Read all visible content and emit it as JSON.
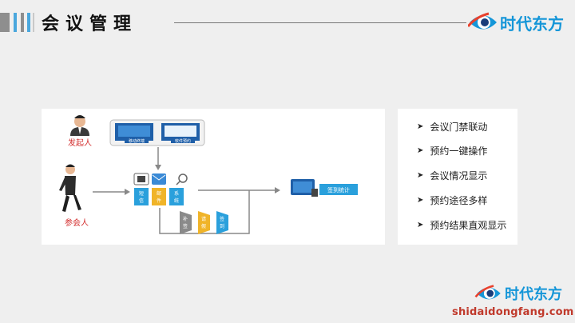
{
  "header": {
    "title": "会议管理",
    "bar_colors": [
      "#8e8e8e",
      "#4aa7dd",
      "#8e8e8e",
      "#4aa7dd",
      "#c9c9c9"
    ]
  },
  "logo": {
    "text": "时代东方",
    "icon": "eye-logo-icon",
    "color": "#1596d8"
  },
  "watermark": {
    "text": "时代东方",
    "url": "shidaidongfang.com"
  },
  "diagram": {
    "initiator_label": "发起人",
    "participant_label": "参会人",
    "screen1_label": "移动终端",
    "screen2_label": "软件预约",
    "notify_methods": [
      "短信",
      "邮件",
      "系统"
    ],
    "check_methods": [
      "补签",
      "请假",
      "签到"
    ],
    "stats_label": "签到统计"
  },
  "features": [
    {
      "text": "会议门禁联动"
    },
    {
      "text": "预约一键操作"
    },
    {
      "text": "会议情况显示"
    },
    {
      "text": "预约途径多样"
    },
    {
      "text": "预约结果直观显示"
    }
  ]
}
